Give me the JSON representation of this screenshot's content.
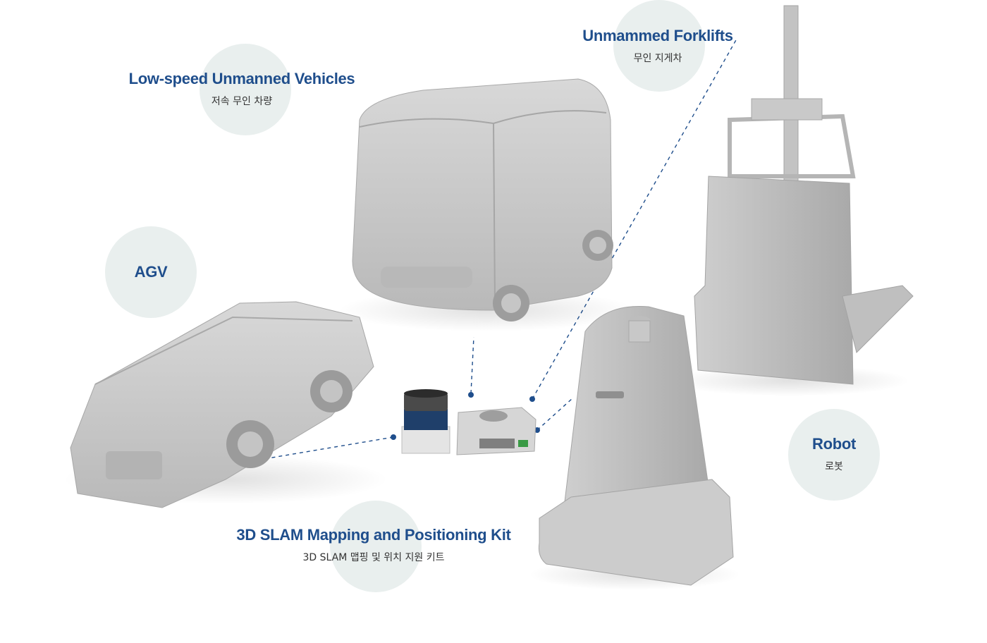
{
  "labels": {
    "low_speed": {
      "en": "Low-speed Unmanned Vehicles",
      "ko": "저속 무인 차량"
    },
    "forklifts": {
      "en": "Unmammed Forklifts",
      "ko": "무인 지게차"
    },
    "agv": {
      "en": "AGV",
      "ko": ""
    },
    "robot": {
      "en": "Robot",
      "ko": "로봇"
    },
    "slam_kit": {
      "en": "3D SLAM Mapping and Positioning Kit",
      "ko": "3D SLAM 맵핑 및 위치 지원 키트"
    }
  },
  "colors": {
    "label_blue": "#1f4e8c",
    "bubble": "#e9efee",
    "connector": "#1f4e8c",
    "model_gray": "#c9c9c9"
  },
  "illustrations": [
    "shuttle-bus-model",
    "forklift-model",
    "agv-tug-model",
    "service-robot-model",
    "lidar-sensor",
    "computing-box"
  ]
}
